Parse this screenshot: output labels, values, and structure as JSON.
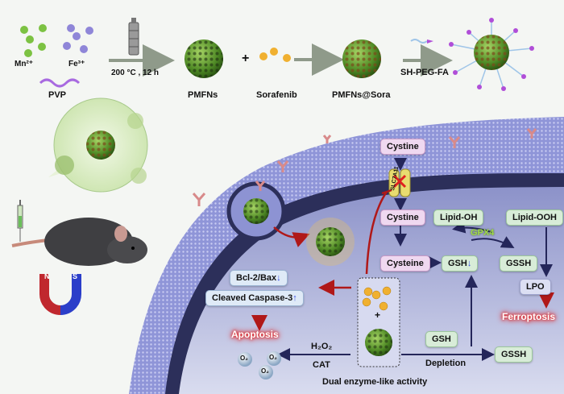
{
  "synthesis": {
    "mn_label": "Mn²⁺",
    "fe_label": "Fe³⁺",
    "pvp_label": "PVP",
    "condition_label": "200 °C , 12 h",
    "pmfns_label": "PMFNs",
    "plus": "+",
    "sorafenib_label": "Sorafenib",
    "pmfns_sora_label": "PMFNs@Sora",
    "peg_label": "SH-PEG-FA"
  },
  "in_vivo": {
    "magnet_n": "N",
    "magnet_s": "S"
  },
  "pathway": {
    "cystine_out": "Cystine",
    "transporter": "SLC7A11",
    "cystine_in": "Cystine",
    "cysteine": "Cysteine",
    "gsh_down": "GSH",
    "gsh_arrow": "↓",
    "lipid_oh": "Lipid-OH",
    "lipid_ooh": "Lipid-OOH",
    "gpx4": "GPX4",
    "gssh": "GSSH",
    "lpo": "LPO",
    "ferroptosis": "Ferroptosis",
    "bcl_bax": "Bcl-2/Bax",
    "bcl_arrow": "↓",
    "caspase": "Cleaved Caspase-3",
    "caspase_arrow": "↑",
    "apoptosis": "Apoptosis",
    "h2o2": "H₂O₂",
    "cat": "CAT",
    "o2": "O₂",
    "gsh": "GSH",
    "depletion": "Depletion",
    "gssh_bottom": "GSSH",
    "plus": "+",
    "dual_enzyme": "Dual enzyme-like activity"
  },
  "colors": {
    "mn": "#7cc242",
    "fe": "#8f86d8",
    "sorafenib": "#f0b030",
    "nanoparticle": "#5e9a2c",
    "peg": "#9fc5e8",
    "fa": "#b04ed8",
    "membrane": "#8e95d6",
    "cytoplasm": "#9aa0d0",
    "red_arrow": "#b01818",
    "dark_arrow": "#24265a"
  }
}
